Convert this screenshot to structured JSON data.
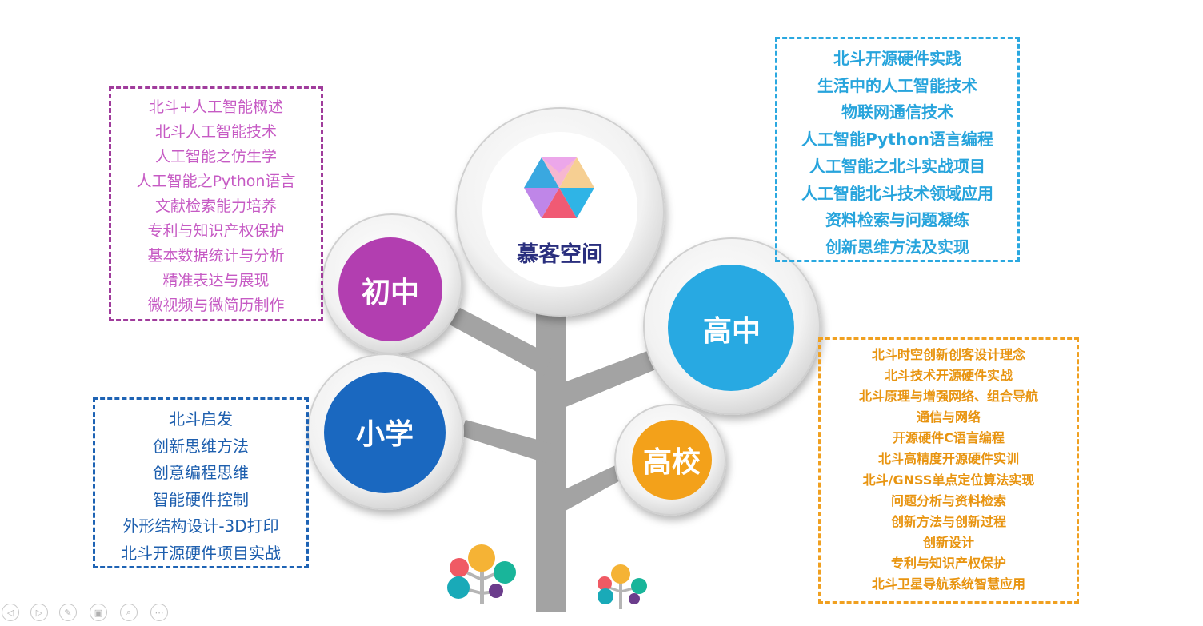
{
  "center": {
    "label": "慕客空间"
  },
  "nodes": {
    "junior": {
      "label": "初中",
      "color": "#b23eb0"
    },
    "senior": {
      "label": "高中",
      "color": "#28a9e2"
    },
    "primary": {
      "label": "小学",
      "color": "#1a68c0"
    },
    "college": {
      "label": "高校",
      "color": "#f3a11a"
    }
  },
  "junior_courses": [
    "北斗+人工智能概述",
    "北斗人工智能技术",
    "人工智能之仿生学",
    "人工智能之Python语言",
    "文献检索能力培养",
    "专利与知识产权保护",
    "基本数据统计与分析",
    "精准表达与展现",
    "微视频与微简历制作"
  ],
  "senior_courses": [
    "北斗开源硬件实践",
    "生活中的人工智能技术",
    "物联网通信技术",
    "人工智能Python语言编程",
    "人工智能之北斗实战项目",
    "人工智能北斗技术领域应用",
    "资料检索与问题凝练",
    "创新思维方法及实现"
  ],
  "primary_courses": [
    "北斗启发",
    "创新思维方法",
    "创意编程思维",
    "智能硬件控制",
    "外形结构设计-3D打印",
    "北斗开源硬件项目实战"
  ],
  "college_courses": [
    "北斗时空创新创客设计理念",
    "北斗技术开源硬件实战",
    "北斗原理与增强网络、组合导航",
    "通信与网络",
    "开源硬件C语言编程",
    "北斗高精度开源硬件实训",
    "北斗/GNSS单点定位算法实现",
    "问题分析与资料检索",
    "创新方法与创新过程",
    "创新设计",
    "专利与知识产权保护",
    "北斗卫星导航系统智慧应用"
  ],
  "controls": [
    {
      "icon": "prev-icon",
      "glyph": "◁"
    },
    {
      "icon": "next-icon",
      "glyph": "▷"
    },
    {
      "icon": "pen-icon",
      "glyph": "✎"
    },
    {
      "icon": "slides-icon",
      "glyph": "▣"
    },
    {
      "icon": "zoom-icon",
      "glyph": "⌕"
    },
    {
      "icon": "more-icon",
      "glyph": "⋯"
    }
  ]
}
